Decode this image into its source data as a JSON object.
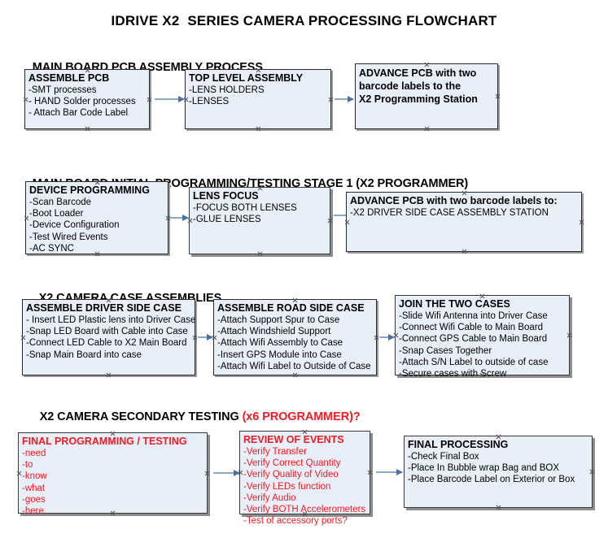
{
  "title": "IDRIVE X2  SERIES CAMERA PROCESSING FLOWCHART",
  "sections": [
    {
      "heading": "MAIN BOARD PCB ASSEMBLY PROCESS",
      "heading_red": "",
      "nodes": [
        {
          "title": "ASSEMBLE PCB",
          "lines": [
            "-SMT processes",
            "- HAND Solder processes",
            "- Attach Bar Code Label"
          ]
        },
        {
          "title": "TOP LEVEL ASSEMBLY",
          "lines": [
            "-LENS HOLDERS",
            "-LENSES"
          ]
        },
        {
          "title": "ADVANCE PCB with two",
          "lines": [
            "barcode labels to the",
            " X2 Programming Station"
          ]
        }
      ]
    },
    {
      "heading": "MAIN BOARD INITIAL PROGRAMMING/TESTING STAGE 1 (X2 PROGRAMMER)",
      "heading_red": "",
      "nodes": [
        {
          "title": "DEVICE PROGRAMMING",
          "lines": [
            "-Scan Barcode",
            "-Boot Loader",
            "-Device Configuration",
            "-Test Wired Events",
            "-AC SYNC"
          ]
        },
        {
          "title": "LENS FOCUS",
          "lines": [
            "-FOCUS BOTH LENSES",
            "-GLUE LENSES"
          ]
        },
        {
          "title": "ADVANCE PCB with two barcode labels to:",
          "lines": [
            "-X2 DRIVER  SIDE  CASE  ASSEMBLY STATION"
          ]
        }
      ]
    },
    {
      "heading": "X2 CAMERA CASE ASSEMBLIES",
      "heading_red": "",
      "nodes": [
        {
          "title": "ASSEMBLE DRIVER SIDE CASE",
          "lines": [
            "- Insert LED Plastic lens into Driver Case",
            "-Snap LED Board with Cable into Case",
            "-Connect LED Cable to X2 Main Board",
            "-Snap Main Board into case"
          ]
        },
        {
          "title": "ASSEMBLE ROAD SIDE CASE",
          "lines": [
            "-Attach Support Spur to Case",
            "-Attach Windshield Support",
            "-Attach Wifi Assembly to Case",
            "-Insert GPS Module into Case",
            "-Attach Wifi Label to Outside of Case"
          ]
        },
        {
          "title": "JOIN THE TWO CASES",
          "lines": [
            "-Slide Wifi Antenna into Driver Case",
            "-Connect Wifi Cable to Main Board",
            "-Connect GPS Cable to Main Board",
            "-Snap Cases Together",
            "-Attach S/N Label to outside of case",
            "-Secure cases with Screw"
          ]
        }
      ]
    },
    {
      "heading": "X2 CAMERA SECONDARY TESTING ",
      "heading_red": "(x6 PROGRAMMER)?",
      "nodes": [
        {
          "title": "FINAL PROGRAMMING / TESTING",
          "lines": [
            "-need",
            "-to",
            "-know",
            "-what",
            "-goes",
            "-here"
          ]
        },
        {
          "title": "REVIEW OF EVENTS",
          "lines": [
            "-Verify Transfer",
            "-Verify Correct Quantity",
            "-Verify Quality of Video",
            "-Verify LEDs function",
            "-Verify Audio",
            "-Verify BOTH Accelerometers"
          ],
          "overflow_line": "-Test of accessory ports?"
        },
        {
          "title": "FINAL PROCESSING",
          "lines": [
            " -Check Final Box",
            "-Place In Bubble wrap Bag and BOX",
            "-Place Barcode Label on Exterior or Box"
          ]
        }
      ]
    }
  ],
  "colors": {
    "box_fill": "#e9eff8",
    "box_border": "#2b2b2b",
    "arrow_line": "#8ba7c6",
    "arrow_head": "#4a70a8",
    "red_text": "#ee1c25",
    "shadow": "#9a9a9a"
  }
}
